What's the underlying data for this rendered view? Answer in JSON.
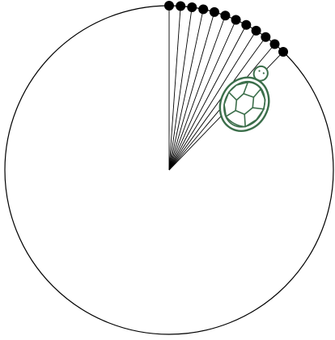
{
  "canvas": {
    "background": "#ffffff"
  },
  "diagram": {
    "kind": "turtle-graphics-fan",
    "ray_count": 12,
    "ray_sweep_degrees": [
      0,
      44
    ],
    "colors": {
      "circle": "#000000",
      "ray": "#000000",
      "dot": "#000000",
      "turtle": "#3b6e4a"
    },
    "turtle_icon": "turtle-icon"
  }
}
